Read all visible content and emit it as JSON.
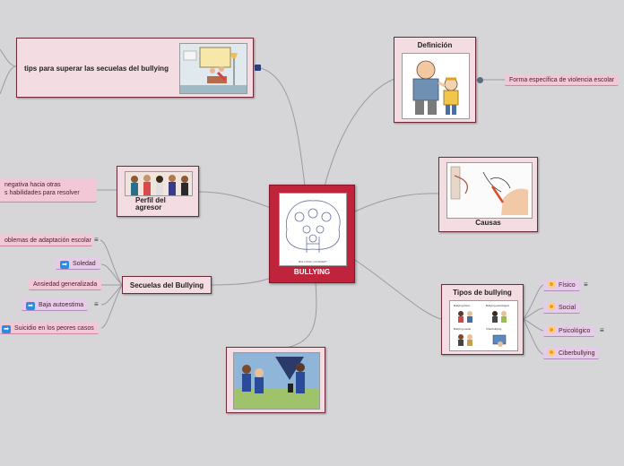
{
  "central": {
    "label": "BULLYING",
    "image_caption": "BULLYING | CONCEPT"
  },
  "nodes": {
    "tips": "tips para superar las secuelas del bullying",
    "definicion": "Definición",
    "perfil": "Perfil del agresor",
    "causas": "Causas",
    "secuelas": "Secuelas del Bullying",
    "tipos": "Tipos de bullying"
  },
  "leaves": {
    "definicion_leaf": "Forma específica de violencia escolar",
    "perfil_leaf_1": "negativa hacia otras",
    "perfil_leaf_2": "s habilidades para resolver",
    "secuelas": [
      "oblemas de adaptación escolar",
      "Soledad",
      "Ansiedad generalizada",
      "Baja autoestima",
      "Suicidio en los peores casos"
    ],
    "tipos": [
      "Físico",
      "Social",
      "Psicológico",
      "Ciberbullying"
    ]
  },
  "tipos_image_labels": [
    "Bullying físico",
    "Bullying psicológico",
    "Bullying social",
    "Ciberbullying"
  ],
  "colors": {
    "node_bg": "#f3dde3",
    "center": "#c0243d",
    "link": "#9a9aa2",
    "arrow": "#2a8de0",
    "dot": "#f59a1f"
  }
}
